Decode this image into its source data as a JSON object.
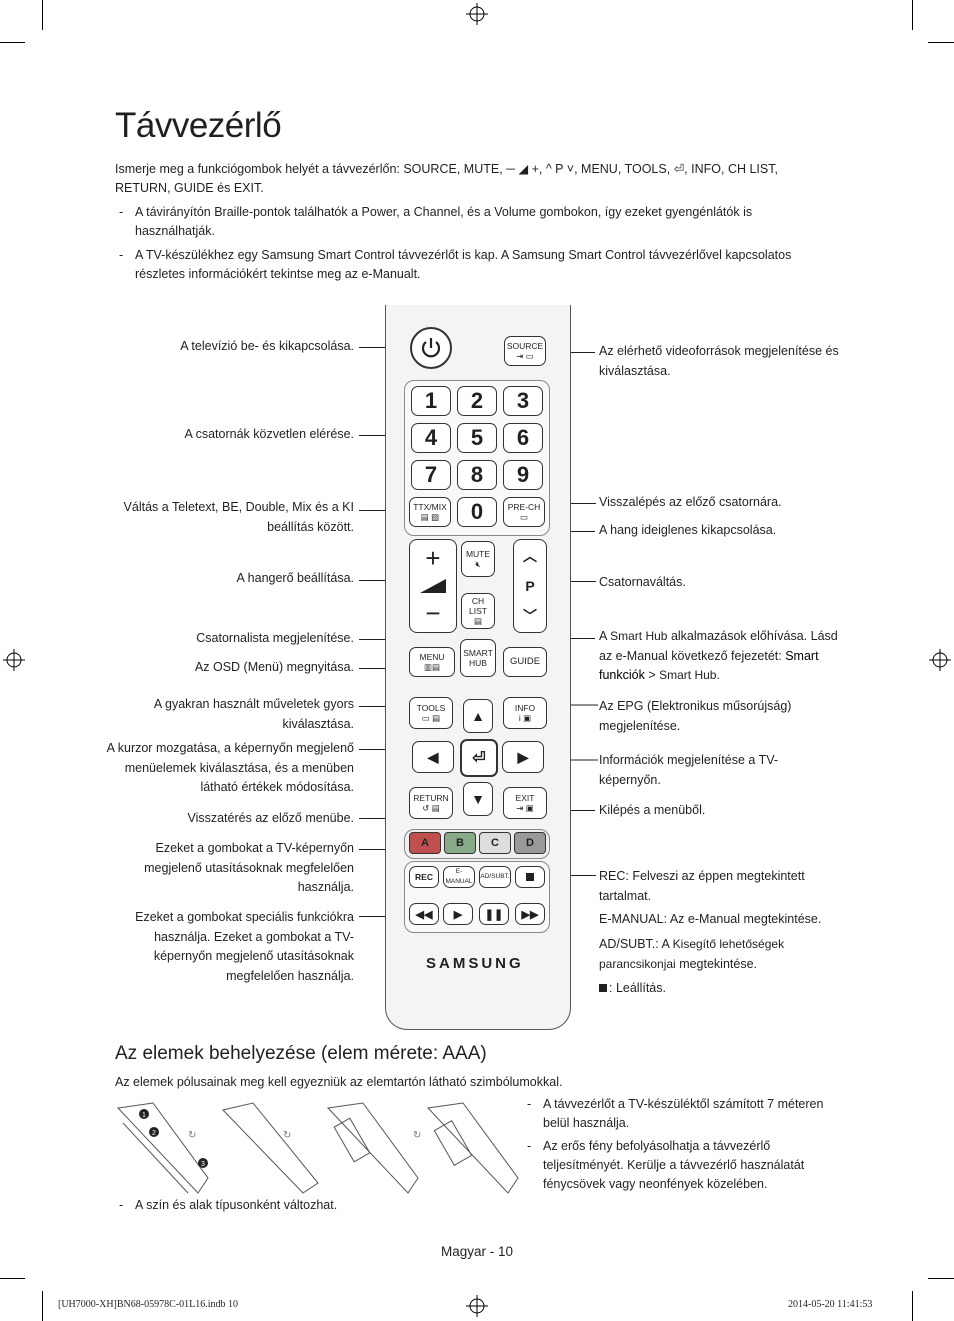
{
  "title": "Távvezérlő",
  "intro": {
    "prefix": "Ismerje meg a funkciógombok helyét a távvezérlőn: ",
    "source": "SOURCE",
    "mute": "MUTE",
    "p": "P",
    "menu": "MENU",
    "tools": "TOOLS",
    "info": "INFO",
    "chlist": "CH LIST",
    "return": "RETURN",
    "guide": "GUIDE",
    "es": "és",
    "exit": "EXIT"
  },
  "bullets": [
    {
      "a": "A távirányítón Braille-pontok találhatók a ",
      "power": "Power",
      "b": ", a ",
      "channel": "Channel",
      "c": ", és a ",
      "volume": "Volume",
      "d": " gombokon, így ezeket gyengénlátók is használhatják."
    },
    {
      "text": "A TV-készülékhez egy Samsung Smart Control távvezérlőt is kap. A Samsung Smart Control távvezérlővel kapcsolatos részletes információkért tekintse meg az e-Manualt."
    }
  ],
  "left_labels": [
    "A televízió be- és kikapcsolása.",
    "A csatornák közvetlen elérése.",
    "Váltás a Teletext, BE, Double, Mix és a KI beállítás között.",
    "A hangerő beállítása.",
    "Csatornalista megjelenítése.",
    "Az OSD (Menü) megnyitása.",
    "A gyakran használt műveletek gyors kiválasztása.",
    "A kurzor mozgatása, a képernyőn megjelenő menüelemek kiválasztása, és a menüben látható értékek módosítása.",
    "Visszatérés az előző menübe.",
    "Ezeket a gombokat a TV-képernyőn megjelenő utasításoknak megfelelően használja.",
    "Ezeket a gombokat speciális funkciókra használja. Ezeket a gombokat a TV-képernyőn megjelenő utasításoknak megfelelően használja."
  ],
  "right_labels": {
    "source": "Az elérhető videoforrások megjelenítése és kiválasztása.",
    "prech": "Visszalépés az előző csatornára.",
    "mute": "A hang ideiglenes kikapcsolása.",
    "channel": "Csatornaváltás.",
    "smarthub_a": "A ",
    "smarthub_b": "Smart Hub",
    "smarthub_c": " alkalmazások előhívása. Lásd az e-Manual következő fejezetét: ",
    "smarthub_d": "Smart funkciók",
    "smarthub_e": " > ",
    "smarthub_f": "Smart Hub",
    "smarthub_g": ".",
    "epg_a": "Az ",
    "epg_b": "EPG",
    "epg_c": " (Elektronikus műsorújság) megjelenítése.",
    "info": "Információk megjelenítése a TV-képernyőn.",
    "exit": "Kilépés a menüből.",
    "rec_a": "REC",
    "rec_b": ": Felveszi az éppen megtekintett tartalmat.",
    "em_a": "E-MANUAL",
    "em_b": ": Az ",
    "em_c": "e-Manual",
    "em_d": " megtekintése.",
    "ad_a": "AD/SUBT.",
    "ad_b": ": A ",
    "ad_c": "Kisegítő lehetőségek parancsikonjai",
    "ad_d": " megtekintése.",
    "stop": ": Leállítás."
  },
  "remote": {
    "source": "SOURCE",
    "numbers": [
      "1",
      "2",
      "3",
      "4",
      "5",
      "6",
      "7",
      "8",
      "9",
      "0"
    ],
    "ttx": "TTX/MIX",
    "prech": "PRE-CH",
    "mute": "MUTE",
    "chlist": "CH LIST",
    "p": "P",
    "menu": "MENU",
    "smart": "SMART",
    "hub": "HUB",
    "guide": "GUIDE",
    "tools": "TOOLS",
    "info": "INFO",
    "return": "RETURN",
    "exit": "EXIT",
    "colors": [
      "A",
      "B",
      "C",
      "D"
    ],
    "rec": "REC",
    "emanual": "E-MANUAL",
    "adsubt": "AD/SUBT.",
    "brand": "SAMSUNG"
  },
  "section2": {
    "title": "Az elemek behelyezése (elem mérete: AAA)",
    "text": "Az elemek pólusainak meg kell egyezniük az elemtartón látható szimbólumokkal.",
    "notes": [
      "A távvezérlőt a TV-készüléktől számított 7 méteren belül használja.",
      "Az erős fény befolyásolhatja a távvezérlő teljesítményét. Kerülje a távvezérlő használatát fénycsövek vagy neonfények közelében."
    ],
    "variation": "A szín és alak típusonként változhat.",
    "steps": [
      "1",
      "2",
      "3"
    ]
  },
  "footer": "Magyar - 10",
  "slug_left": "[UH7000-XH]BN68-05978C-01L16.indb   10",
  "slug_right": "2014-05-20   11:41:53"
}
